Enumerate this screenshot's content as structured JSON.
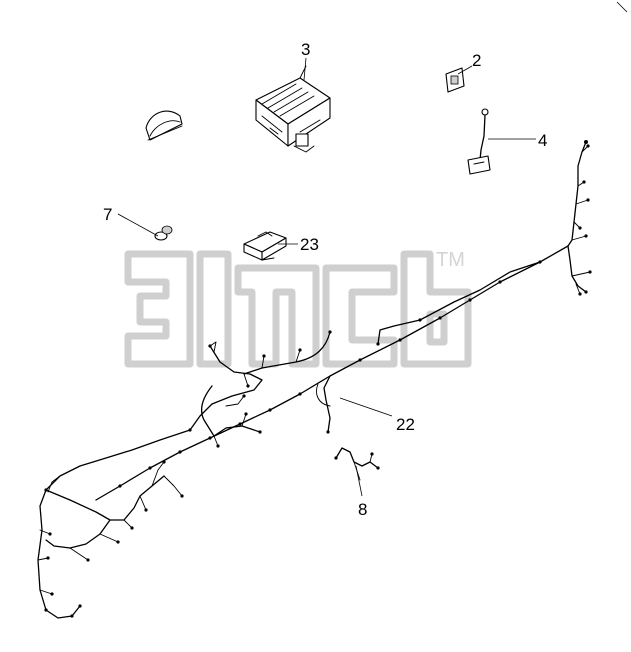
{
  "watermark": {
    "mark": "TM"
  },
  "callouts": [
    {
      "id": "3",
      "label": "3"
    },
    {
      "id": "2",
      "label": "2"
    },
    {
      "id": "4",
      "label": "4"
    },
    {
      "id": "7",
      "label": "7"
    },
    {
      "id": "23",
      "label": "23"
    },
    {
      "id": "22",
      "label": "22"
    },
    {
      "id": "8",
      "label": "8"
    }
  ]
}
